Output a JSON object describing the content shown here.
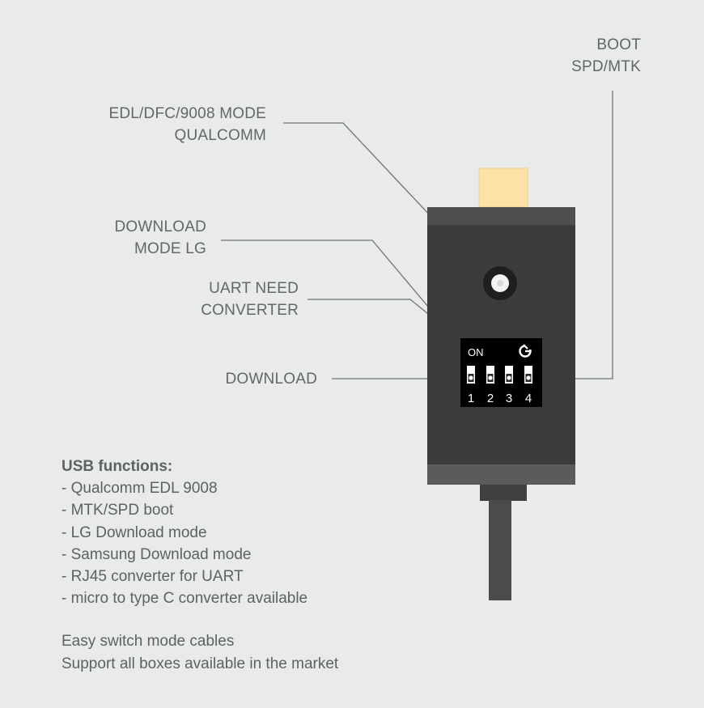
{
  "callouts": {
    "boot": [
      "BOOT",
      "SPD/MTK"
    ],
    "edl": [
      "EDL/DFC/9008 MODE",
      "QUALCOMM"
    ],
    "download_lg": [
      "DOWNLOAD",
      "MODE LG"
    ],
    "uart": [
      "UART NEED",
      "CONVERTER"
    ],
    "download": [
      "DOWNLOAD"
    ]
  },
  "dip_switch": {
    "on_label": "ON",
    "logo": "G-logo",
    "positions": [
      "1",
      "2",
      "3",
      "4"
    ]
  },
  "usb_functions": {
    "title": "USB functions:",
    "items": [
      "- Qualcomm EDL 9008",
      "- MTK/SPD boot",
      "- LG Download mode",
      "- Samsung Download mode",
      "- RJ45 converter for UART",
      "- micro to type C converter available"
    ]
  },
  "footer": [
    "Easy switch mode cables",
    "Support all boxes available in the market"
  ],
  "colors": {
    "background": "#e9eaea",
    "body": "#3b3c3d",
    "band": "#5a5b5c",
    "connector": "#fbe3a6",
    "cable": "#4a4b4c"
  }
}
